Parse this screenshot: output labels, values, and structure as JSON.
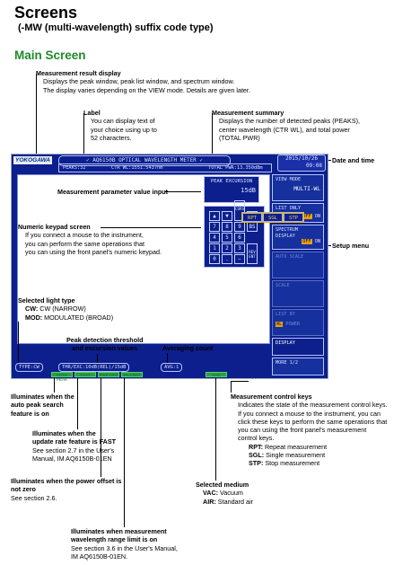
{
  "page": {
    "title": "Screens",
    "subtitle": "(-MW (multi-wavelength) suffix code type)",
    "section": "Main Screen"
  },
  "annotations": {
    "result_title": "Measurement result display",
    "result_l1": "Displays the peak window, peak list window, and spectrum window.",
    "result_l2": "The display varies depending on the VIEW mode. Details are given later.",
    "label_title": "Label",
    "label_l1": "You can display text of",
    "label_l2": "your choice using up to",
    "label_l3": "52 characters.",
    "summary_title": "Measurement summary",
    "summary_l1": "Displays the number of detected peaks (PEAKS),",
    "summary_l2": "center wavelength (CTR WL), and total power",
    "summary_l3": "(TOTAL PWR)",
    "datetime": "Date and time",
    "param_input": "Measurement parameter value input",
    "keypad_title": "Numeric keypad screen",
    "keypad_l1": "If you connect a mouse to the instrument,",
    "keypad_l2": "you can perform the same operations that",
    "keypad_l3": "you can using the front panel's numeric keypad.",
    "setup_menu": "Setup menu",
    "light_title": "Selected light type",
    "light_cw_k": "CW:",
    "light_cw_v": " CW (NARROW)",
    "light_mod_k": "MOD:",
    "light_mod_v": " MODULATED (BROAD)",
    "peak_l1": "Peak detection threshold",
    "peak_l2": "and excursion values",
    "avg": "Averaging count",
    "auto_l1": "Illuminates when the",
    "auto_l2": "auto peak search",
    "auto_l3": "feature is on",
    "fast_l1": "Illuminates when the",
    "fast_l2": "update rate feature is FAST",
    "fast_l3": "See section 2.7 in the User's",
    "fast_l4": "Manual, IM AQ6150B-01EN",
    "offset_l1": "Illuminates when the power offset is",
    "offset_l2": "not zero",
    "offset_l3": "See section 2.6.",
    "limit_l1": "Illuminates when measurement",
    "limit_l2": "wavelength range limit is on",
    "limit_l3": "See section 3.6 in the User's Manual,",
    "limit_l4": "IM AQ6150B-01EN.",
    "medium_title": "Selected medium",
    "medium_vac_k": "VAC:",
    "medium_vac_v": " Vacuum",
    "medium_air_k": "AIR:",
    "medium_air_v": " Standard air",
    "ctrl_title": "Measurement control keys",
    "ctrl_l1": "Indicates the state of the measurement control keys.",
    "ctrl_l2": "If you connect a mouse to the instrument, you can",
    "ctrl_l3": "click these keys to perform the same operations that",
    "ctrl_l4": "you can using the front panel's measurement",
    "ctrl_l5": "control keys.",
    "rpt_k": "RPT:",
    "rpt_v": " Repeat measurement",
    "sgl_k": "SGL:",
    "sgl_v": " Single measurement",
    "stp_k": "STP:",
    "stp_v": " Stop measurement"
  },
  "screen": {
    "logo": "YOKOGAWA",
    "label": "✓ AQ6150B OPTICAL WAVELENGTH METER ✓",
    "date": "2015/10/26",
    "time": "09:08",
    "peaks": "PEAKS:32",
    "ctr_wl": "CTR WL:1551.5437nm",
    "total_pwr": "TOTAL PWR:13.350dBm",
    "peak_exc_label": "PEAK EXCURSION",
    "peak_exc_value": "15dB",
    "keys": [
      "▲",
      "▼",
      "CORS",
      "←",
      "7",
      "8",
      "9",
      "BS",
      "4",
      "5",
      "6",
      "",
      "1",
      "2",
      "3",
      "",
      "0",
      ".",
      "−",
      "REV ENT"
    ],
    "menu": [
      {
        "l1": "VIEW MODE",
        "l2": "MULTI-WL",
        "state": ""
      },
      {
        "l1": "LIST ONLY",
        "l2": "",
        "state": "OFF ON"
      },
      {
        "l1": "SPECTRUM",
        "l2": "DISPLAY",
        "state": "OFF ON"
      },
      {
        "l1": "AUTO SCALE",
        "l2": "",
        "state": ""
      },
      {
        "l1": "SCALE",
        "l2": "",
        "state": ""
      },
      {
        "l1": "LIST BY",
        "l2": "WL POWER",
        "state": ""
      },
      {
        "l1": "DISPLAY",
        "l2": "",
        "state": ""
      },
      {
        "l1": "MORE 1/2",
        "l2": "",
        "state": ""
      }
    ],
    "type": "TYPE:CW",
    "thr": "THR/EXC:10dB(REL)/15dB",
    "avg": "AVG:1",
    "indicators": [
      "AUTO PEAK",
      "FAST",
      "PWR OFS",
      "WL LIMIT",
      "VAC"
    ],
    "ctrl": [
      "RPT",
      "SGL",
      "STP"
    ]
  }
}
